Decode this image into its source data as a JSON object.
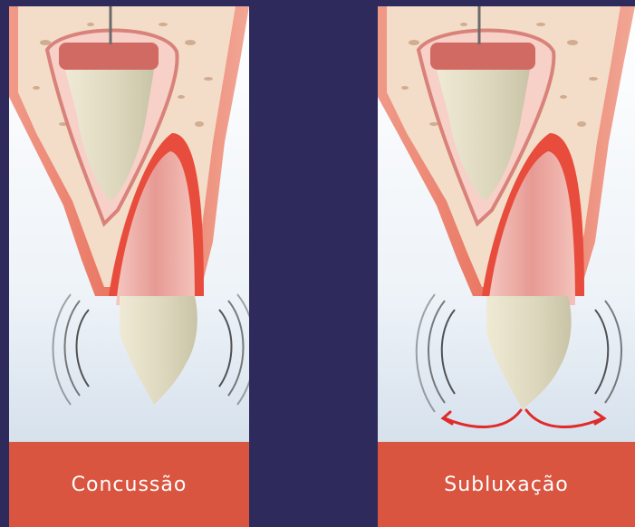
{
  "panels": [
    {
      "label": "Concussão",
      "icon": "tooth-concussion-illustration"
    },
    {
      "label": "Subluxação",
      "icon": "tooth-subluxation-illustration"
    }
  ],
  "colors": {
    "background": "#2e2b5c",
    "label_band": "#d9553f",
    "label_text": "#ffffff",
    "arrow": "#e02b2b"
  }
}
